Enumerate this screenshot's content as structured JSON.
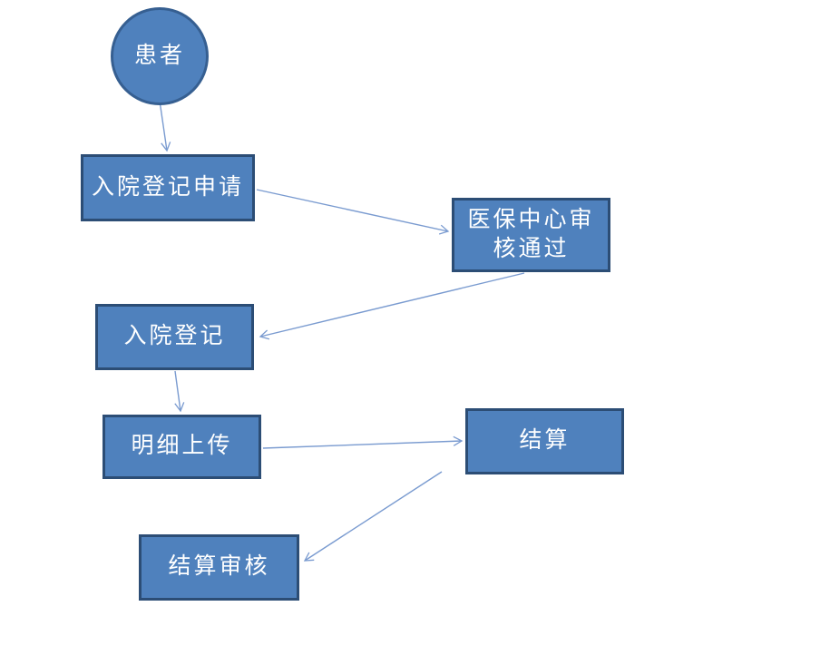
{
  "diagram": {
    "nodes": [
      {
        "id": "patient",
        "shape": "circle",
        "label": "患者"
      },
      {
        "id": "admission-request",
        "shape": "rect",
        "label": "入院登记申请"
      },
      {
        "id": "insurance-review",
        "shape": "rect",
        "label": "医保中心审核通过"
      },
      {
        "id": "admission-register",
        "shape": "rect",
        "label": "入院登记"
      },
      {
        "id": "detail-upload",
        "shape": "rect",
        "label": "明细上传"
      },
      {
        "id": "settlement",
        "shape": "rect",
        "label": "结算"
      },
      {
        "id": "settlement-review",
        "shape": "rect",
        "label": "结算审核"
      }
    ],
    "edges": [
      {
        "from": "patient",
        "to": "admission-request"
      },
      {
        "from": "admission-request",
        "to": "insurance-review"
      },
      {
        "from": "insurance-review",
        "to": "admission-register"
      },
      {
        "from": "admission-register",
        "to": "detail-upload"
      },
      {
        "from": "detail-upload",
        "to": "settlement"
      },
      {
        "from": "settlement",
        "to": "settlement-review"
      }
    ],
    "colors": {
      "canvas_bg": "#ffffff",
      "node_fill": "#4f81bd",
      "rect_border": "#2c4d75",
      "circle_border": "#365f91",
      "arrow": "#7a9bd0",
      "text_color": "#ffffff"
    }
  }
}
